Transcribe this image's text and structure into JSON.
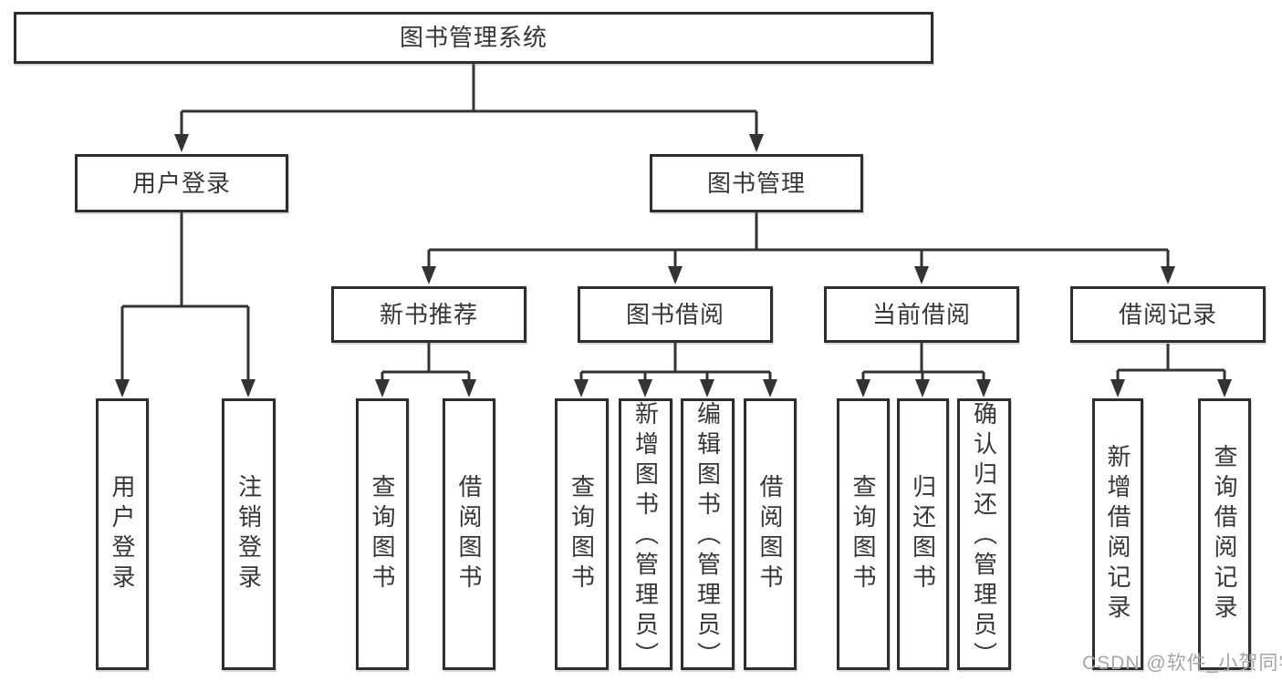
{
  "diagram": {
    "title": "图书管理系统",
    "type": "hierarchy-tree"
  },
  "nodes": {
    "root": {
      "label": "图书管理系统"
    },
    "user_login": {
      "label": "用户登录"
    },
    "book_mgmt": {
      "label": "图书管理"
    },
    "new_book_rec": {
      "label": "新书推荐"
    },
    "book_borrow": {
      "label": "图书借阅"
    },
    "current_borrow": {
      "label": "当前借阅"
    },
    "borrow_record": {
      "label": "借阅记录"
    },
    "ul_login": {
      "label": "用户登录"
    },
    "ul_logout": {
      "label": "注销登录"
    },
    "nb_query_book": {
      "label": "查询图书"
    },
    "nb_borrow_book": {
      "label": "借阅图书"
    },
    "bb_query_book": {
      "label": "查询图书"
    },
    "bb_add_book": {
      "label": "新增图书（管理员）"
    },
    "bb_edit_book": {
      "label": "编辑图书（管理员）"
    },
    "bb_borrow_book": {
      "label": "借阅图书"
    },
    "cb_query_book": {
      "label": "查询图书"
    },
    "cb_return_book": {
      "label": "归还图书"
    },
    "cb_confirm_return": {
      "label": "确认归还（管理员）"
    },
    "br_add_record": {
      "label": "新增借阅记录"
    },
    "br_query_record": {
      "label": "查询借阅记录"
    }
  },
  "edges": [
    {
      "from": "图书管理系统",
      "to": [
        "用户登录",
        "图书管理"
      ]
    },
    {
      "from": "用户登录",
      "to": [
        "用户登录",
        "注销登录"
      ]
    },
    {
      "from": "图书管理",
      "to": [
        "新书推荐",
        "图书借阅",
        "当前借阅",
        "借阅记录"
      ]
    },
    {
      "from": "新书推荐",
      "to": [
        "查询图书",
        "借阅图书"
      ]
    },
    {
      "from": "图书借阅",
      "to": [
        "查询图书",
        "新增图书（管理员）",
        "编辑图书（管理员）",
        "借阅图书"
      ]
    },
    {
      "from": "当前借阅",
      "to": [
        "查询图书",
        "归还图书",
        "确认归还（管理员）"
      ]
    },
    {
      "from": "借阅记录",
      "to": [
        "新增借阅记录",
        "查询借阅记录"
      ]
    }
  ],
  "colors": {
    "background": "#ffffff",
    "box_fill": "#ffffff",
    "box_border": "#2e2e2e",
    "line": "#333333",
    "text": "#363636",
    "watermark": "#a5a5a5"
  },
  "watermark": {
    "text": "CSDN @软件_小贺同学"
  }
}
